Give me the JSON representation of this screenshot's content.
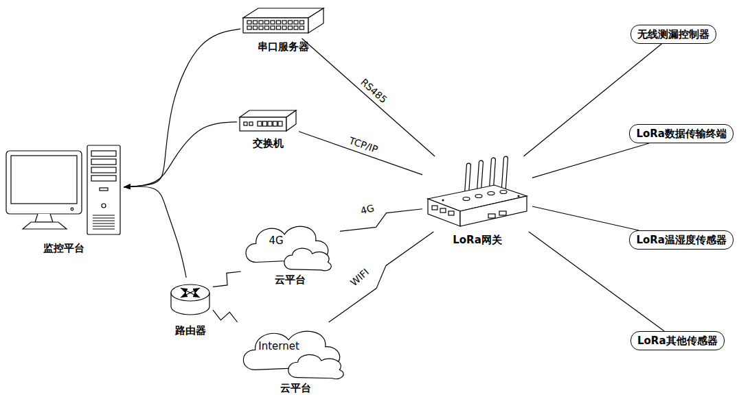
{
  "diagram": {
    "nodes": [
      {
        "text": [
          "监控平台"
        ]
      },
      {
        "text": [
          "串口服务器"
        ]
      },
      {
        "text": [
          "交换机"
        ]
      },
      {
        "text": [
          "4G",
          "云平台"
        ]
      },
      {
        "text": [
          "路由器"
        ]
      },
      {
        "text": [
          "Internet",
          "云平台"
        ]
      },
      {
        "text": [
          "LoRa网关"
        ]
      },
      {
        "text": [
          "无线测漏控制器"
        ]
      },
      {
        "text": [
          "LoRa数据传输终端"
        ]
      },
      {
        "text": [
          "LoRa温湿度传感器"
        ]
      },
      {
        "text": [
          "LoRa其他传感器"
        ]
      }
    ],
    "edges": [
      {
        "from": 1,
        "to": 0,
        "arrow": "to"
      },
      {
        "from": 2,
        "to": 0,
        "arrow": "to"
      },
      {
        "from": 4,
        "to": 0,
        "arrow": "to"
      },
      {
        "from": 6,
        "to": 1,
        "label": "RS485",
        "arrow": "none"
      },
      {
        "from": 6,
        "to": 2,
        "label": "TCP/IP",
        "arrow": "none"
      },
      {
        "from": 6,
        "to": 3,
        "label": "4G",
        "arrow": "none"
      },
      {
        "from": 6,
        "to": 5,
        "label": "WIFI",
        "arrow": "none"
      },
      {
        "from": 4,
        "to": 3,
        "arrow": "none"
      },
      {
        "from": 4,
        "to": 5,
        "arrow": "none"
      },
      {
        "from": 6,
        "to": 7,
        "arrow": "none"
      },
      {
        "from": 6,
        "to": 8,
        "arrow": "none"
      },
      {
        "from": 6,
        "to": 9,
        "arrow": "none"
      },
      {
        "from": 6,
        "to": 10,
        "arrow": "none"
      }
    ]
  }
}
